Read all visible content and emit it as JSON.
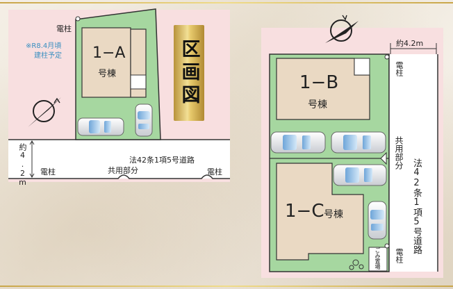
{
  "title": "区画図",
  "lots": {
    "a": {
      "code": "1−A",
      "suffix": "号棟"
    },
    "b": {
      "code": "1−B",
      "suffix": "号棟"
    },
    "c": {
      "code": "1−C",
      "suffix": "号棟"
    }
  },
  "left_plan": {
    "pole_top": "電柱",
    "pole_note_line1": "※R8.4月頃",
    "pole_note_line2": "建柱予定",
    "road_width": "約4.2m",
    "road_name": "法42条1項5号道路",
    "shared_part": "共用部分",
    "pole_left": "電柱",
    "pole_right": "電柱"
  },
  "right_plan": {
    "road_width": "約4.2m",
    "pole_top": "電柱",
    "shared_part": "共用部分",
    "road_name": "法42条1項5号道路",
    "garbage": "ごみ置場",
    "pole_bottom": "電柱"
  },
  "colors": {
    "lot_green": "#a6d7a0",
    "building_fill": "#ead9c3",
    "plan_background": "#f8dfe0",
    "accent_gold": "#d4b35a"
  }
}
